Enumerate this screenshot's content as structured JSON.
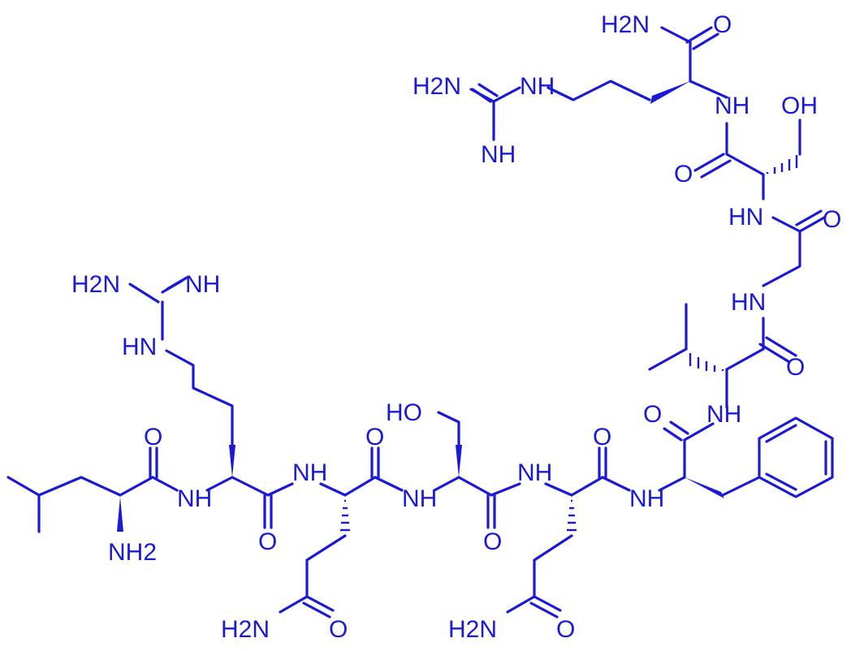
{
  "structure_color": "#1a1ad6",
  "background_color": "#ffffff",
  "atom_labels": {
    "leu_nh2": "NH2",
    "leu_o": "O",
    "arg1_nh": "NH",
    "arg1_hn": "HN",
    "arg1_h2n": "H2N",
    "arg1_imine": "NH",
    "arg1_o": "O",
    "gln1_nh": "NH",
    "gln1_o": "O",
    "gln1_amide_o": "O",
    "gln1_amide_n": "H2N",
    "ser1_ho": "HO",
    "ser1_nh": "NH",
    "ser1_o": "O",
    "gln2_nh": "NH",
    "gln2_o": "O",
    "gln2_amide_o": "O",
    "gln2_amide_n": "H2N",
    "phe_nh": "NH",
    "phe_o": "O",
    "val_nh": "NH",
    "val_o": "O",
    "gly_hn": "HN",
    "gly_o": "O",
    "ser2_hn": "HN",
    "ser2_o": "O",
    "ser2_oh": "OH",
    "arg2_nh": "NH",
    "arg2_amide_n": "H2N",
    "arg2_amide_o": "O",
    "arg2_hn": "NH",
    "arg2_h2n": "H2N",
    "arg2_imine": "NH"
  }
}
